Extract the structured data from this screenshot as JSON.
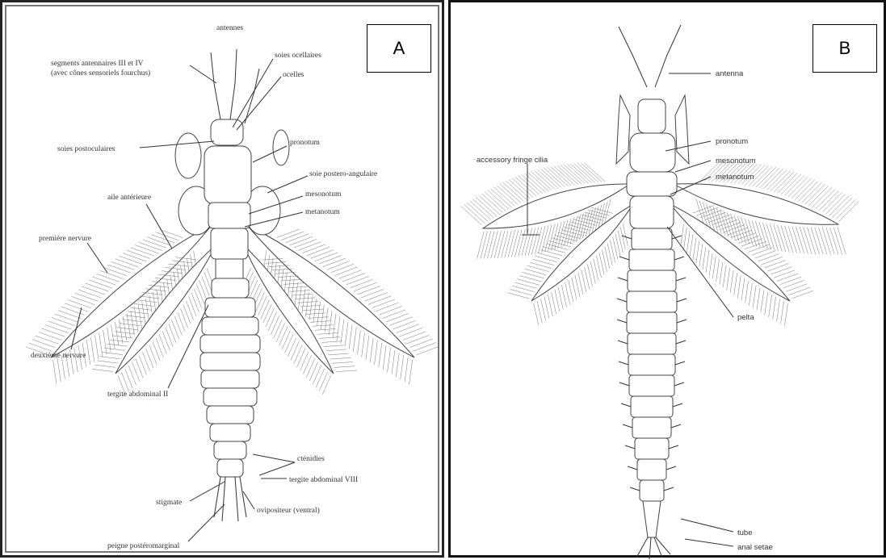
{
  "panel_a": {
    "tag": "A",
    "labels": {
      "antennes": "antennes",
      "segments": "segments antennaires III et IV",
      "segments_note": "(avec cônes sensoriels fourchus)",
      "soies_ocellaires": "soies ocellaires",
      "ocelles": "ocelles",
      "soies_postoculaires": "soies postoculaires",
      "pronotum": "pronotum",
      "soie_postero_angulaire": "soie postero-angulaire",
      "aile_anterieure": "aile antérieure",
      "mesonotum": "mesonotum",
      "metanotum": "metanotum",
      "premiere_nervure": "première nervure",
      "deuxieme_nervure": "deuxième nervure",
      "tergite_II": "tergite abdominal II",
      "cteniidies": "cténidies",
      "tergite_VIII": "tergite abdominal VIII",
      "stigmate": "stigmate",
      "ovipositeur": "ovipositeur (ventral)",
      "peigne": "peigne postéromarginal"
    }
  },
  "panel_b": {
    "tag": "B",
    "labels": {
      "antenna": "antenna",
      "pronotum": "pronotum",
      "mesonotum": "mesonotum",
      "metanotum": "metanotum",
      "accessory": "accessory fringe cilia",
      "pelta": "pelta",
      "tube": "tube",
      "anal_setae": "anal setae"
    }
  }
}
